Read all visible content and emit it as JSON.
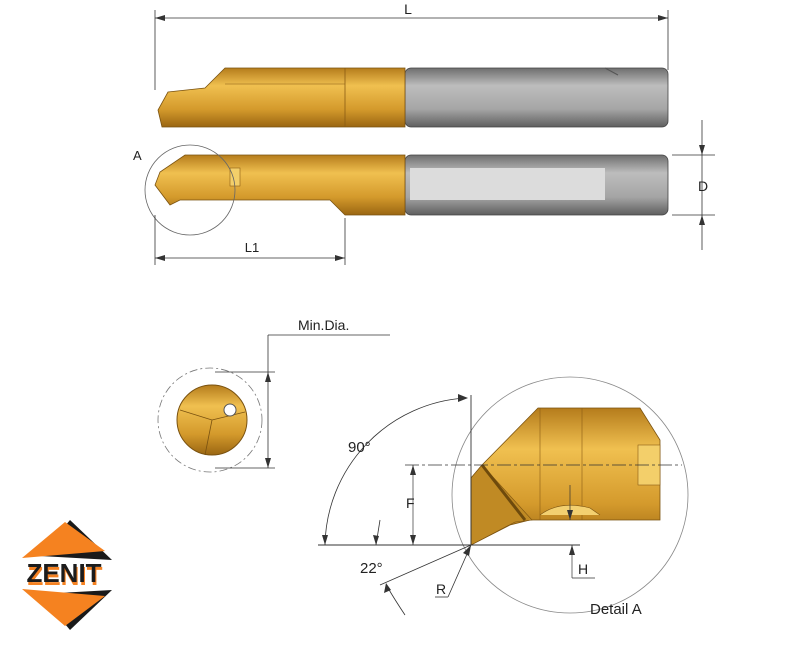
{
  "labels": {
    "length": "L",
    "detail_marker": "A",
    "diameter": "D",
    "length1": "L1",
    "min_dia": "Min.Dia.",
    "angle_90": "90°",
    "angle_22": "22°",
    "height_f": "F",
    "radius": "R",
    "height_h": "H",
    "detail_a": "Detail A"
  },
  "logo": {
    "text": "ZENIT"
  },
  "colors": {
    "gold": "#d9a030",
    "gold_dark": "#a8741a",
    "steel": "#9c9c9c",
    "steel_light": "#d6d6d6",
    "logo_orange": "#f58220"
  }
}
